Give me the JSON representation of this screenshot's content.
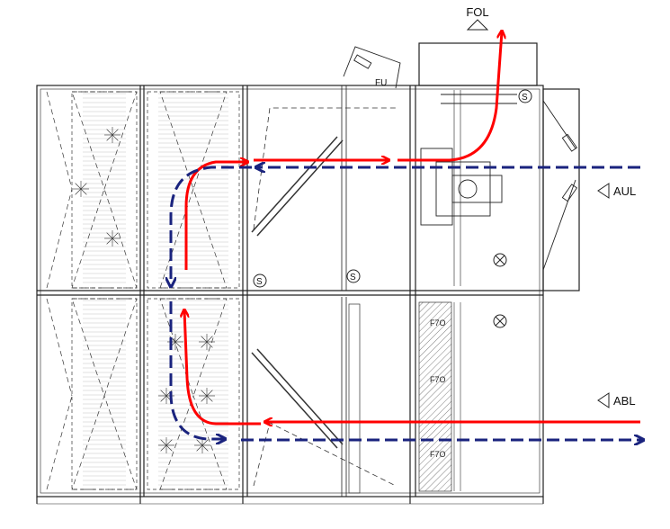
{
  "labels": {
    "fol": "FOL",
    "aul": "AUL",
    "abl": "ABL",
    "fu": "FU",
    "f70_1": "F7O",
    "f70_2": "F7O",
    "f70_3": "F7O",
    "s1": "S",
    "s2": "S",
    "s3": "S"
  },
  "colors": {
    "supply_flow": "#ff0000",
    "return_flow": "#1a237e",
    "lines": "#222222"
  }
}
